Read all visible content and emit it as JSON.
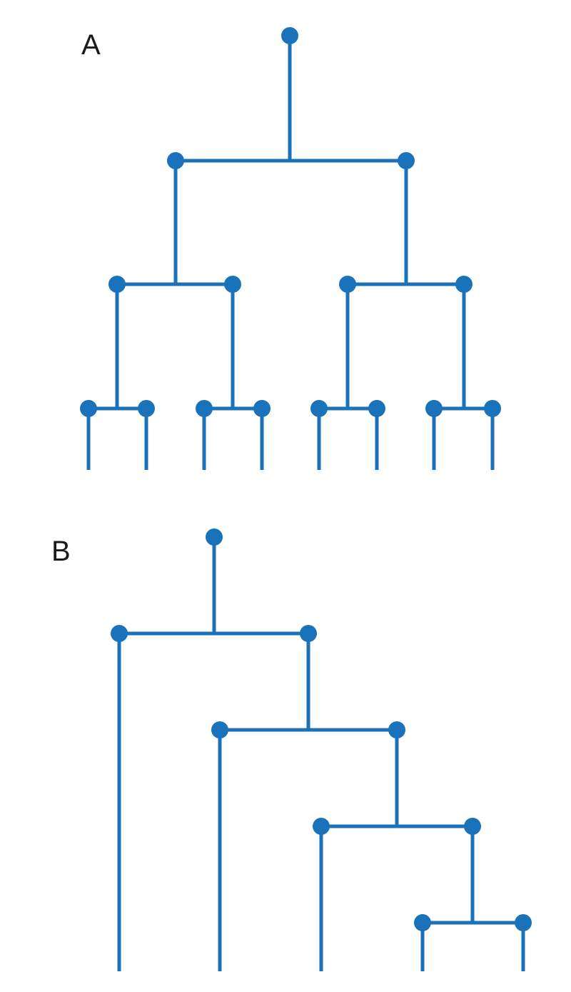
{
  "colors": {
    "tree": "#1a72bb",
    "label": "#1a1a1a",
    "background": "#ffffff"
  },
  "panels": [
    {
      "label": "A",
      "kind": "balanced-binary-tree",
      "levels": 4,
      "leaf_count": 8
    },
    {
      "label": "B",
      "kind": "pectinate-tree",
      "leaf_count": 5
    }
  ]
}
